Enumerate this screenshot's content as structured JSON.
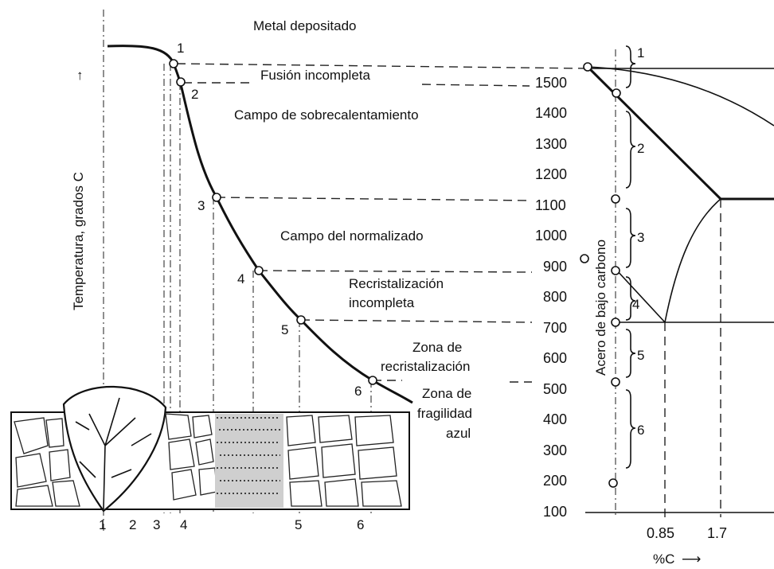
{
  "labels": {
    "metal_depositado": "Metal depositado",
    "fusion_incompleta": "Fusión incompleta",
    "sobrecalentamiento": "Campo de sobrecalentamiento",
    "normalizado": "Campo del normalizado",
    "recrist_incompleta_1": "Recristalización",
    "recrist_incompleta_2": "incompleta",
    "zona_recrist_1": "Zona de",
    "zona_recrist_2": "recristalización",
    "fragilidad_1": "Zona de",
    "fragilidad_2": "fragilidad",
    "fragilidad_3": "azul",
    "y_axis": "Temperatura, grados C",
    "acero": "Acero de bajo carbono",
    "x_axis": "%C"
  },
  "temperature_ticks": [
    "1500",
    "1400",
    "1300",
    "1200",
    "1100",
    "1000",
    "900",
    "800",
    "700",
    "600",
    "500",
    "400",
    "300",
    "200",
    "100"
  ],
  "carbon_ticks": [
    "0.85",
    "1.7"
  ],
  "curve_point_labels": [
    "1",
    "2",
    "3",
    "4",
    "5",
    "6"
  ],
  "zone_labels": [
    "1",
    "2",
    "3",
    "4",
    "5",
    "6"
  ],
  "bottom_labels": [
    "1",
    "2",
    "3",
    "4",
    "5",
    "6"
  ],
  "arrows": {
    "y_arrow": "↑",
    "x_arrow": "⟶"
  }
}
